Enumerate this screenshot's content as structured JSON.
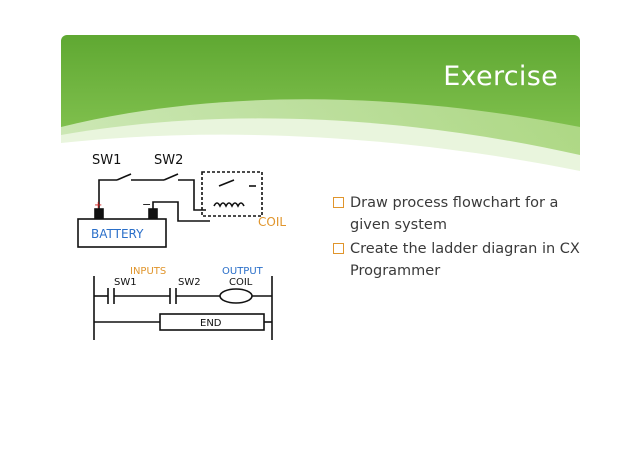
{
  "slide": {
    "title": "Exercise",
    "accent_color": "#6cb33f",
    "bullet_color": "#e0952c"
  },
  "bullets": [
    {
      "text": "Draw process flowchart for a given system",
      "icon": "checkbox-icon"
    },
    {
      "text": "Create the ladder diagran in CX Programmer",
      "icon": "checkbox-icon"
    }
  ],
  "diagram": {
    "wiring": {
      "sw1": "SW1",
      "sw2": "SW2",
      "plus": "+",
      "minus": "−",
      "battery": "BATTERY",
      "coil": "COIL"
    },
    "ladder": {
      "inputs": "INPUTS",
      "output": "OUTPUT",
      "sw1": "SW1",
      "sw2": "SW2",
      "coil": "COIL",
      "end": "END"
    }
  }
}
